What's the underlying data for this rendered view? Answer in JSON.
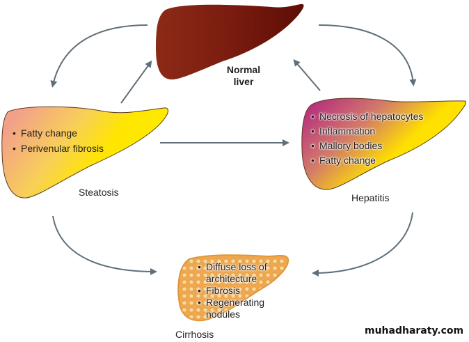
{
  "diagram": {
    "title": "Progression of liver disease",
    "nodes": {
      "normal": {
        "label_line1": "Normal",
        "label_line2": "liver",
        "color": "#7a1a0e"
      },
      "steatosis": {
        "label": "Steatosis",
        "bullets": [
          "Fatty change",
          "Perivenular fibrosis"
        ],
        "colors": [
          "#f2a08a",
          "#ffe600"
        ]
      },
      "hepatitis": {
        "label": "Hepatitis",
        "bullets": [
          "Necrosis of hepatocytes",
          "Inflammation",
          "Mallory bodies",
          "Fatty change"
        ],
        "colors": [
          "#b6307a",
          "#ffe600"
        ]
      },
      "cirrhosis": {
        "label": "Cirrhosis",
        "bullets": [
          "Diffuse loss of architecture",
          "Fibrosis",
          "Regenerating nodules"
        ],
        "color": "#f0a850"
      }
    },
    "edges": [
      {
        "from": "normal",
        "to": "steatosis"
      },
      {
        "from": "steatosis",
        "to": "normal"
      },
      {
        "from": "normal",
        "to": "hepatitis"
      },
      {
        "from": "hepatitis",
        "to": "normal"
      },
      {
        "from": "steatosis",
        "to": "hepatitis"
      },
      {
        "from": "steatosis",
        "to": "cirrhosis"
      },
      {
        "from": "hepatitis",
        "to": "cirrhosis"
      }
    ],
    "arrow_color": "#5f6f7a"
  },
  "watermark": "muhadharaty.com"
}
